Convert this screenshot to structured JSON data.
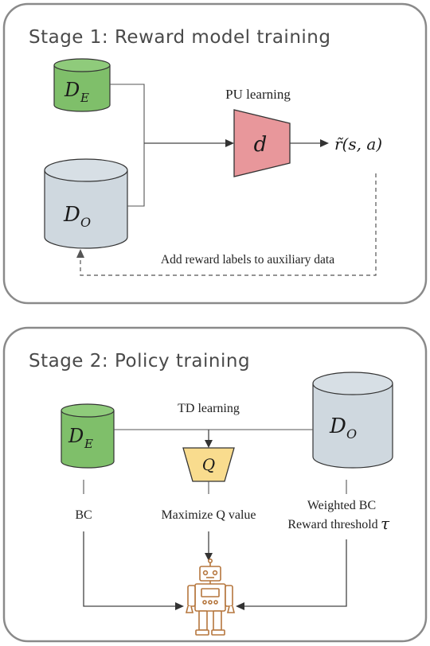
{
  "stage1": {
    "title": "Stage 1: Reward model training",
    "pu_label": "PU learning",
    "discriminator_symbol": "d",
    "reward_output": "r̃(s, a)",
    "dataset_expert": "D",
    "dataset_expert_sub": "E",
    "dataset_other": "D",
    "dataset_other_sub": "O",
    "relabel_caption": "Add reward labels to auxiliary data"
  },
  "stage2": {
    "title": "Stage 2: Policy training",
    "td_label": "TD learning",
    "q_symbol": "Q",
    "dataset_expert": "D",
    "dataset_expert_sub": "E",
    "dataset_other": "D",
    "dataset_other_sub": "O",
    "bc_label": "BC",
    "maxq_label": "Maximize Q value",
    "weighted_bc_label": "Weighted BC",
    "threshold_label": "Reward threshold",
    "threshold_symbol": "τ"
  },
  "colors": {
    "expert_fill": "#7fbf6a",
    "expert_top": "#8fcb7b",
    "other_fill": "#cfd8df",
    "discriminator_fill": "#e8979b",
    "q_fill": "#f9dc8e",
    "robot_stroke": "#b5763d",
    "frame": "#8a8a8a"
  }
}
